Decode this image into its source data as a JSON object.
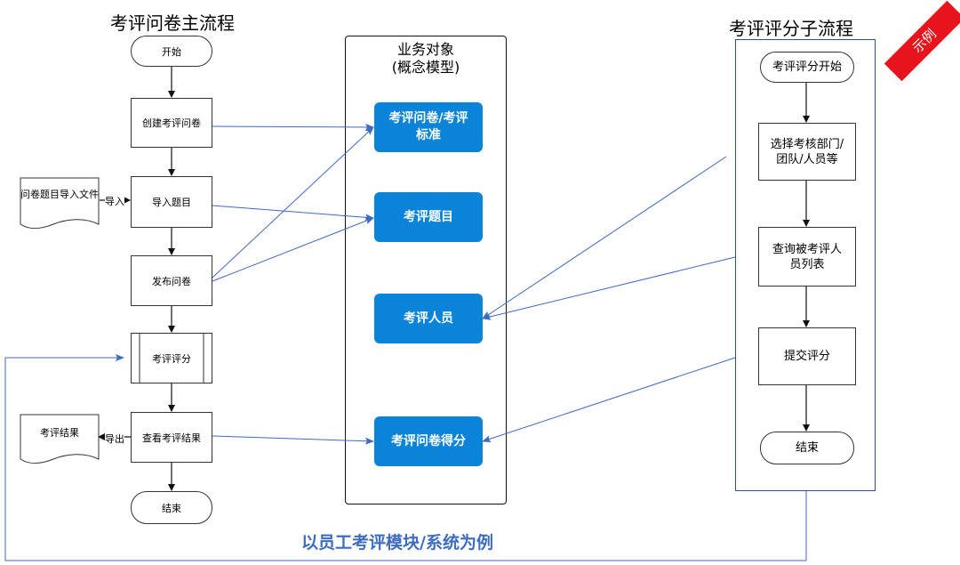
{
  "main": {
    "title": "考评问卷主流程",
    "nodes": {
      "start": "开始",
      "create": "创建考评问卷",
      "import": "导入题目",
      "publish": "发布问卷",
      "evaluate": "考评评分",
      "view": "查看考评结果",
      "end": "结束"
    },
    "docs": {
      "import_file": "问卷题目导入文件",
      "result": "考评结果"
    },
    "edge_labels": {
      "import": "导入",
      "export": "导出"
    }
  },
  "business": {
    "title_line1": "业务对象",
    "title_line2": "(概念模型)",
    "objects": {
      "questionnaire": "考评问卷/考评标准",
      "questions": "考评题目",
      "people": "考评人员",
      "score": "考评问卷得分"
    }
  },
  "sub": {
    "title": "考评评分子流程",
    "nodes": {
      "start": "考评评分开始",
      "select": "选择考核部门/团队/人员等",
      "query": "查询被考评人员列表",
      "submit": "提交评分",
      "end": "结束"
    }
  },
  "caption": "以员工考评模块/系统为例",
  "stamp": "示例",
  "colors": {
    "business_fill": "#0a84d9",
    "connector": "#3c6ac4",
    "caption": "#3e6cc0",
    "stamp": "#e8141b"
  }
}
